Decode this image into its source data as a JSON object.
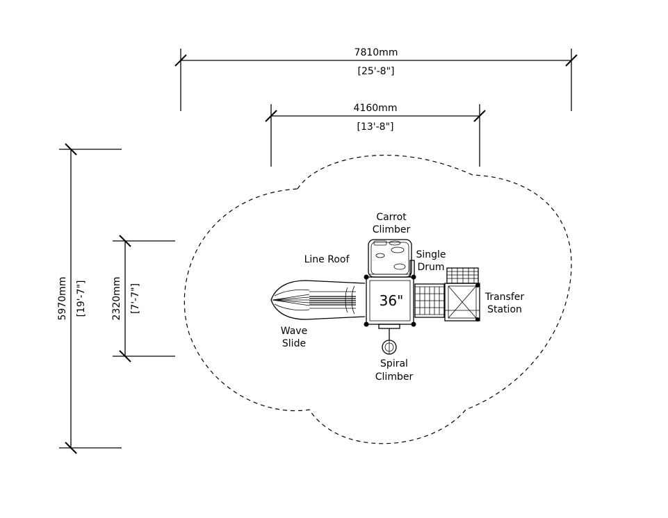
{
  "dimensions": {
    "overall_width": {
      "metric": "7810mm",
      "imperial": "[25'-8\"]"
    },
    "deck_width": {
      "metric": "4160mm",
      "imperial": "[13'-8\"]"
    },
    "overall_depth": {
      "metric": "5970mm",
      "imperial": "[19'-7\"]"
    },
    "deck_depth": {
      "metric": "2320mm",
      "imperial": "[7'-7\"]"
    }
  },
  "components": {
    "carrot_climber": [
      "Carrot",
      "Climber"
    ],
    "line_roof": "Line Roof",
    "single_drum": [
      "Single",
      "Drum"
    ],
    "deck_height": "36\"",
    "transfer_station": [
      "Transfer",
      "Station"
    ],
    "wave_slide": [
      "Wave",
      "Slide"
    ],
    "spiral_climber": [
      "Spiral",
      "Climber"
    ]
  }
}
